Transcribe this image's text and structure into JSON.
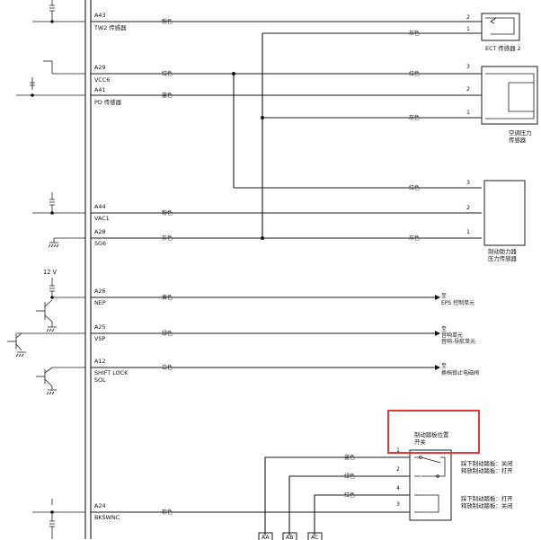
{
  "ecu_pins": [
    {
      "pin": "A43",
      "name": "TW2 传感器"
    },
    {
      "pin": "A29",
      "name": "VCC6"
    },
    {
      "pin": "A41",
      "name": "PD 传感器"
    },
    {
      "pin": "A44",
      "name": "VAC1"
    },
    {
      "pin": "A28",
      "name": "SG6"
    },
    {
      "pin": "A26",
      "name": "NEP"
    },
    {
      "pin": "A25",
      "name": "VSP"
    },
    {
      "pin": "A12",
      "name_line1": "SHIFT LOCK",
      "name_line2": "SOL"
    },
    {
      "pin": "A24",
      "name": "BKSWNC"
    }
  ],
  "wire_colors": {
    "a43": "粉色",
    "a29": "红色",
    "a41": "蓝色",
    "a44": "粉色",
    "a28": "灰色",
    "a26": "黄色",
    "a25": "绿色",
    "a12": "白色",
    "a24": "棕色",
    "ect_pin1": "灰色",
    "map_pin3": "红色",
    "map_pin1": "灰色",
    "brake_pin3": "红色",
    "brake_pin1": "灰色",
    "switch_pin1": "蓝色",
    "switch_pin2": "绿色",
    "switch_pin4": "红色"
  },
  "connector_pins": {
    "ect": [
      "2",
      "1"
    ],
    "map": [
      "3",
      "2",
      "1"
    ],
    "brake": [
      "3",
      "2",
      "1"
    ],
    "switch": [
      "1",
      "2",
      "4",
      "3"
    ]
  },
  "components": {
    "ect": "ECT 传感器 2",
    "map_line1": "空调压力",
    "map_line2": "传感器",
    "brake_line1": "制动助力器",
    "brake_line2": "压力传感器",
    "switch_line1": "制动踏板位置",
    "switch_line2": "开关"
  },
  "destinations": {
    "eps_line1": "至",
    "eps_line2": "EPS 控制单元",
    "vsp_line1": "至",
    "vsp_line2": "音响单元",
    "vsp_line3": "音响-导航单元",
    "sol_line1": "至",
    "sol_line2": "换档锁止电磁阀"
  },
  "switch_states": {
    "upper_line1": "踩下制动踏板：关闭",
    "upper_line2": "释放制动踏板：打开",
    "lower_line1": "踩下制动踏板：打开",
    "lower_line2": "释放制动踏板：关闭"
  },
  "supply_voltage": "12 V",
  "bottom_connectors": [
    "AA",
    "AB",
    "AC"
  ]
}
